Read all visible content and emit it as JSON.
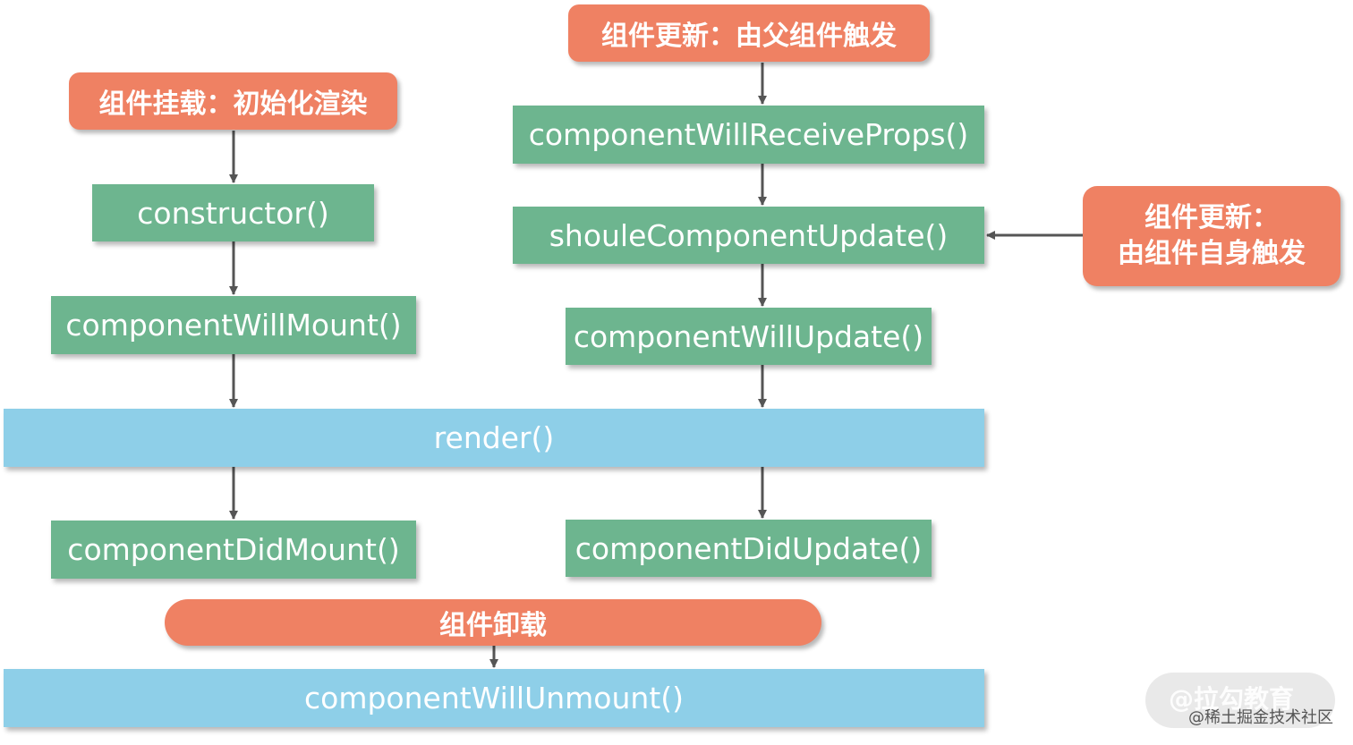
{
  "mount": {
    "title": "组件挂载：初始化渲染",
    "constructor": "constructor()",
    "will_mount": "componentWillMount()",
    "did_mount": "componentDidMount()"
  },
  "update": {
    "parent_title": "组件更新：由父组件触发",
    "self_title_line1": "组件更新：",
    "self_title_line2": "由组件自身触发",
    "will_receive_props": "componentWillReceiveProps()",
    "should_update": "shouleComponentUpdate()",
    "will_update": "componentWillUpdate()",
    "did_update": "componentDidUpdate()"
  },
  "render": "render()",
  "unmount": {
    "title": "组件卸载",
    "will_unmount": "componentWillUnmount()"
  },
  "watermark": {
    "main": "@拉勾教育",
    "sub": "@稀土掘金技术社区"
  },
  "colors": {
    "orange": "#ef8163",
    "green": "#6db58f",
    "blue": "#8ecfe8",
    "arrow": "#555555"
  }
}
